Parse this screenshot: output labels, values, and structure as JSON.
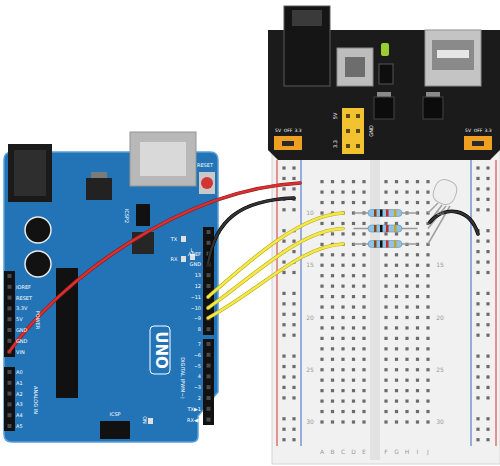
{
  "diagram": {
    "labels": [
      "RESET",
      "ICSP2",
      "TX",
      "RX",
      "L",
      "AREF",
      "GND",
      "13",
      "12",
      "~11",
      "~10",
      "~9",
      "8",
      "7",
      "~6",
      "~5",
      "4",
      "~3",
      "2",
      "TX▶1",
      "RX◀0",
      "DIGITAL (PWM~)",
      "UNO",
      "ON",
      "ICSP",
      "IOREF",
      "RESET",
      "3.3V",
      "5V",
      "GND",
      "GND",
      "VIN",
      "POWER",
      "A0",
      "A1",
      "A2",
      "A3",
      "A4",
      "A5",
      "ANALOG IN",
      "10",
      "15",
      "20",
      "25",
      "30",
      "10",
      "15",
      "20",
      "25",
      "30",
      "A",
      "B",
      "C",
      "D",
      "E",
      "F",
      "G",
      "H",
      "I",
      "J",
      "5V",
      "OFF",
      "3.3",
      "5V",
      "OFF",
      "3.3",
      "5V",
      "3.3",
      "GND"
    ]
  }
}
